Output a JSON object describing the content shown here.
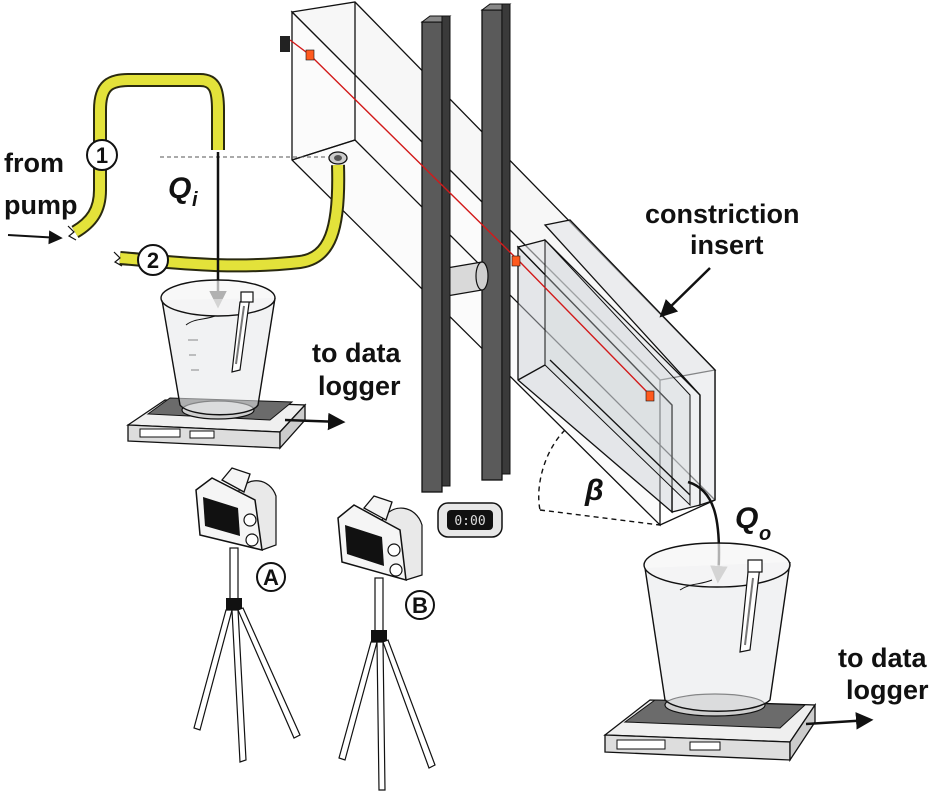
{
  "labels": {
    "from_pump": [
      "from",
      "pump"
    ],
    "tube_1": "1",
    "tube_2": "2",
    "q_in_symbol": "Q",
    "q_in_sub": "i",
    "q_out_symbol": "Q",
    "q_out_sub": "o",
    "data_logger_left": [
      "to data",
      "logger"
    ],
    "data_logger_right": [
      "to data",
      "logger"
    ],
    "constriction": [
      "constriction",
      "insert"
    ],
    "beta": "β",
    "camera_a": "A",
    "camera_b": "B",
    "timer_display": "0:00"
  },
  "colors": {
    "tube": "#e3e23a",
    "tube_edge": "#2a2a10",
    "post": "#555555",
    "post_dark": "#3a3a3a",
    "wire": "#d21a1a",
    "sensor": "#ff5a1e",
    "ink": "#111111"
  },
  "icons": [
    "camera-icon",
    "tripod-icon",
    "scale-icon",
    "beaker-icon",
    "thermometer-icon",
    "timer-icon",
    "arrow-icon"
  ]
}
